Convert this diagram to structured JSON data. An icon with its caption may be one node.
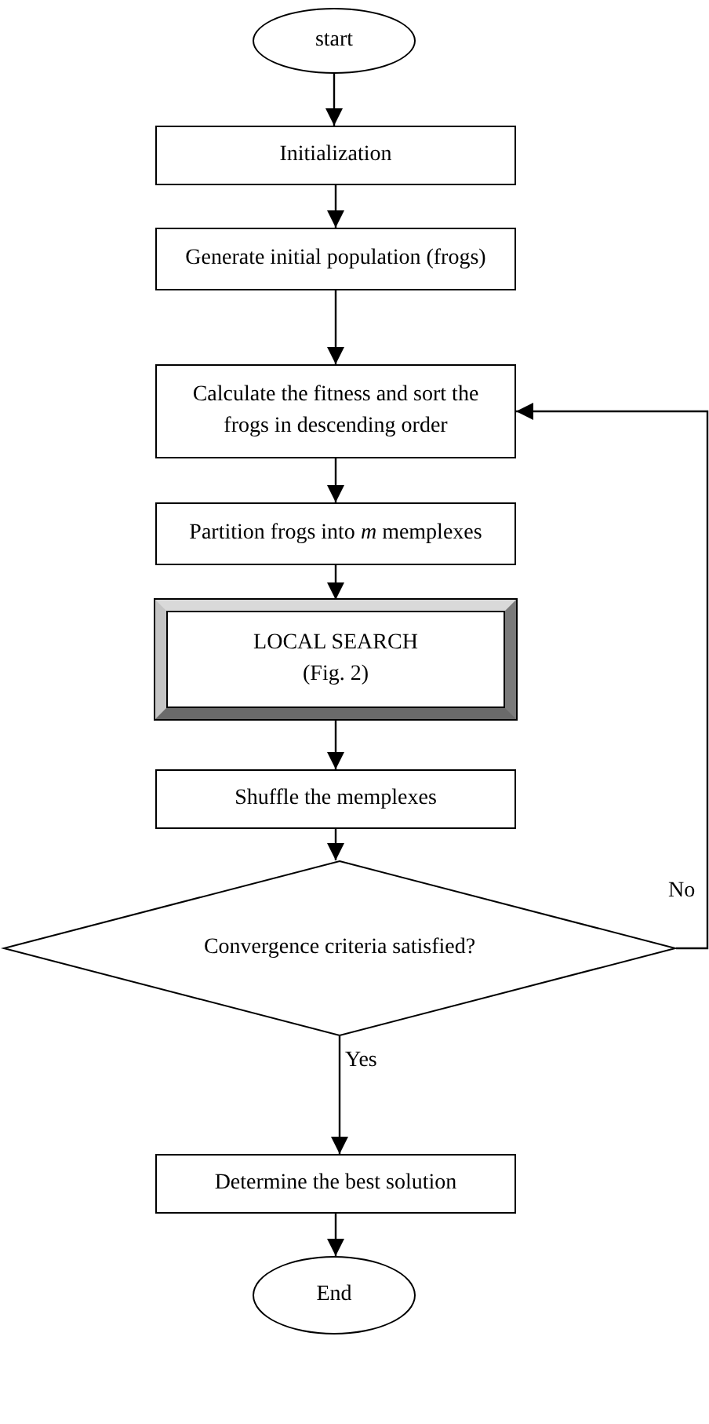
{
  "diagram": {
    "nodes": [
      {
        "text": [
          "start"
        ]
      },
      {
        "text": [
          "Initialization"
        ]
      },
      {
        "text": [
          "Generate initial population (frogs)"
        ]
      },
      {
        "text": [
          "Calculate the fitness and sort the frogs in descending order"
        ]
      },
      {
        "text": [
          "Partition frogs into *m* memplexes"
        ]
      },
      {
        "text": [
          "LOCAL SEARCH",
          "(Fig. 2)"
        ]
      },
      {
        "text": [
          "Shuffle the memplexes"
        ]
      },
      {
        "text": [
          "Convergence criteria satisfied?"
        ]
      },
      {
        "text": [
          "Determine the best solution"
        ]
      },
      {
        "text": [
          "End"
        ]
      }
    ],
    "edges": [
      {
        "from": 0,
        "to": 1,
        "arrow": "to"
      },
      {
        "from": 1,
        "to": 2,
        "arrow": "to"
      },
      {
        "from": 2,
        "to": 3,
        "arrow": "to"
      },
      {
        "from": 3,
        "to": 4,
        "arrow": "to"
      },
      {
        "from": 4,
        "to": 5,
        "arrow": "to"
      },
      {
        "from": 5,
        "to": 6,
        "arrow": "to"
      },
      {
        "from": 6,
        "to": 7,
        "arrow": "to"
      },
      {
        "from": 7,
        "to": 8,
        "arrow": "to",
        "label": "Yes"
      },
      {
        "from": 7,
        "to": 3,
        "arrow": "to",
        "label": "No"
      },
      {
        "from": 8,
        "to": 9,
        "arrow": "to"
      }
    ]
  }
}
